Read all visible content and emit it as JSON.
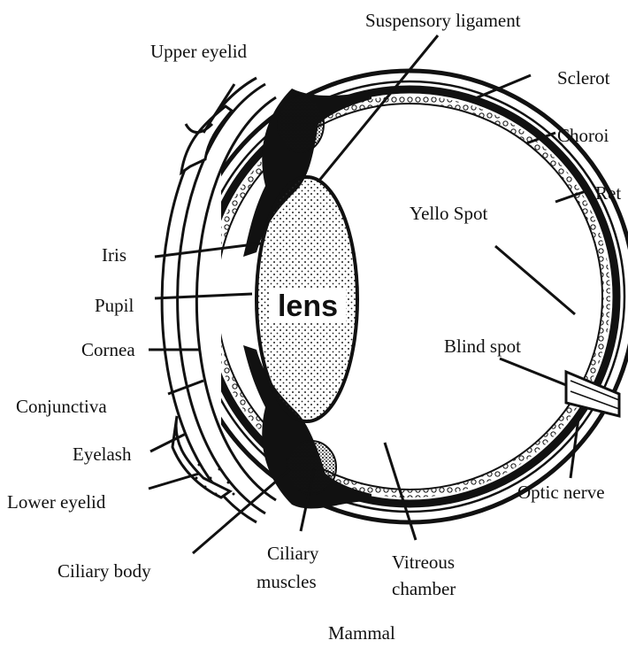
{
  "diagram": {
    "caption": "Mammal",
    "lens_label": "lens",
    "labels": {
      "suspensory_ligament": "Suspensory ligament",
      "upper_eyelid": "Upper eyelid",
      "sclerotic": "Sclerot",
      "choroid": "Choroi",
      "retina": "Ret",
      "yellow_spot": "Yello Spot",
      "iris": "Iris",
      "pupil": "Pupil",
      "cornea": "Cornea",
      "blind_spot": "Blind spot",
      "conjunctiva": "Conjunctiva",
      "eyelash": "Eyelash",
      "lower_eyelid": "Lower eyelid",
      "optic_nerve": "Optic nerve",
      "ciliary_body": "Ciliary body",
      "ciliary_muscles_line1": "Ciliary",
      "ciliary_muscles_line2": "muscles",
      "vitreous_line1": "Vitreous",
      "vitreous_line2": "chamber"
    }
  }
}
